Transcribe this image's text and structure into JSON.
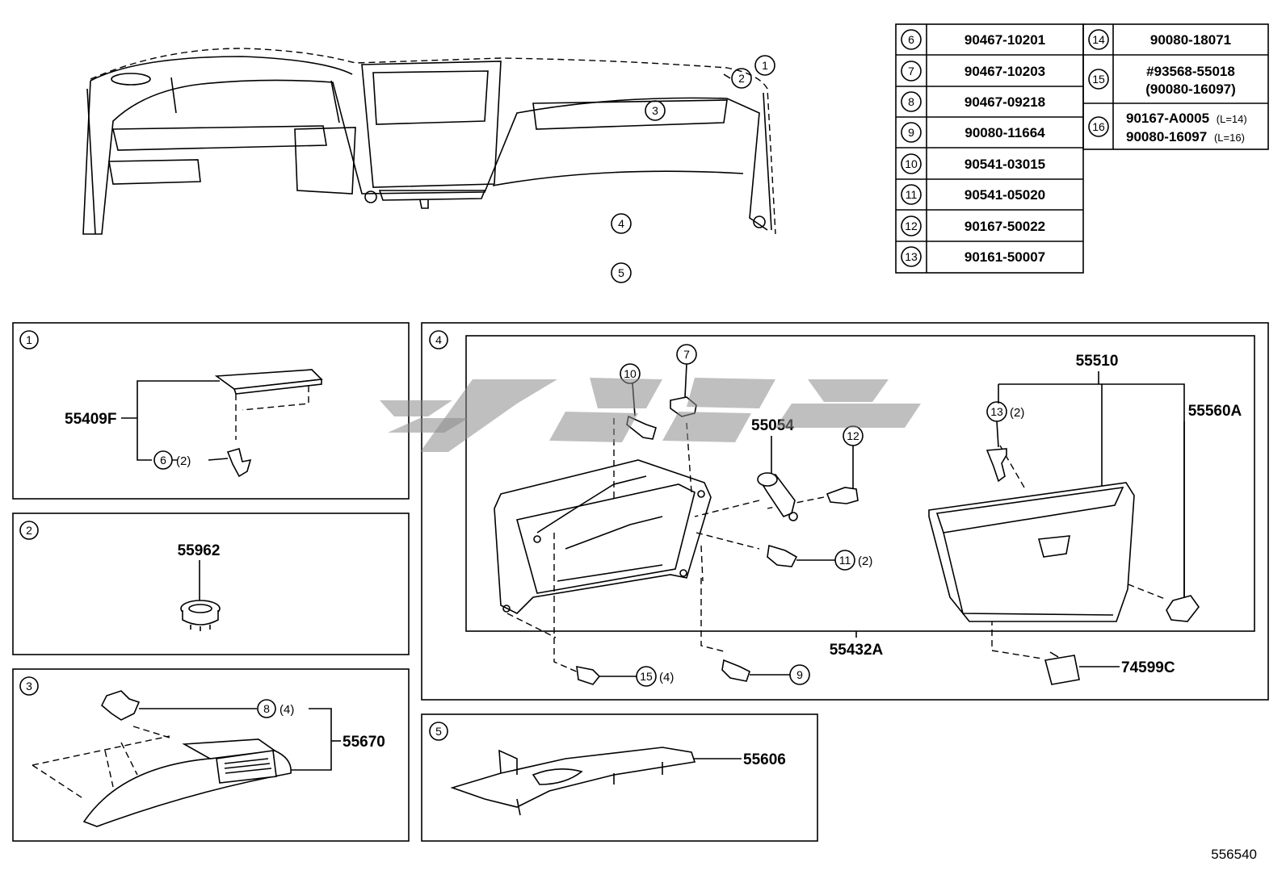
{
  "parts_table": {
    "col1": [
      {
        "num": "6",
        "part": "90467-10201"
      },
      {
        "num": "7",
        "part": "90467-10203"
      },
      {
        "num": "8",
        "part": "90467-09218"
      },
      {
        "num": "9",
        "part": "90080-11664"
      },
      {
        "num": "10",
        "part": "90541-03015"
      },
      {
        "num": "11",
        "part": "90541-05020"
      },
      {
        "num": "12",
        "part": "90167-50022"
      },
      {
        "num": "13",
        "part": "90161-50007"
      }
    ],
    "col2": [
      {
        "num": "14",
        "line1": "90080-18071"
      },
      {
        "num": "15",
        "line1": "#93568-55018",
        "line2": "(90080-16097)"
      },
      {
        "num": "16",
        "line1": "90167-A0005",
        "line1_note": "(L=14)",
        "line2": "90080-16097",
        "line2_note": "(L=16)"
      }
    ]
  },
  "overview_callouts": [
    "1",
    "2",
    "3",
    "4",
    "5"
  ],
  "panels": {
    "p1": {
      "num": "1",
      "part": "55409F",
      "sub_num": "6",
      "sub_qty": "(2)"
    },
    "p2": {
      "num": "2",
      "part": "55962"
    },
    "p3": {
      "num": "3",
      "part": "55670",
      "sub_num": "8",
      "sub_qty": "(4)"
    },
    "p4": {
      "num": "4",
      "parts": {
        "glove_box": "55510",
        "lock": "55054",
        "lamp": "55560A",
        "door": "55432A",
        "bracket": "74599C"
      },
      "callouts": {
        "c7": "7",
        "c10": "10",
        "c12": "12",
        "c13": "13",
        "c13_qty": "(2)",
        "c11": "11",
        "c11_qty": "(2)",
        "c15": "15",
        "c15_qty": "(4)",
        "c9": "9"
      }
    },
    "p5": {
      "num": "5",
      "part": "55606"
    }
  },
  "diagram_code": "556540"
}
